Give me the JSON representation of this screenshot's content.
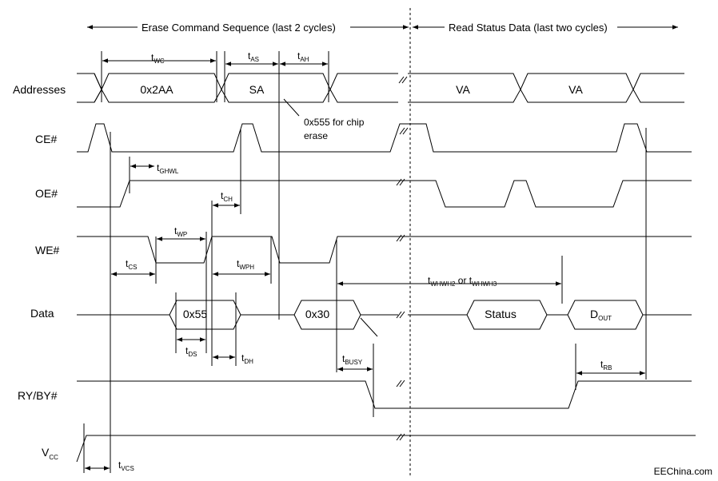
{
  "header": {
    "left_sequence": "Erase Command Sequence (last 2 cycles)",
    "right_sequence": "Read Status Data (last two cycles)"
  },
  "signals": {
    "addresses": "Addresses",
    "ce": "CE#",
    "oe": "OE#",
    "we": "WE#",
    "data": "Data",
    "rybv": "RY/BY#",
    "vcc_main": "V",
    "vcc_sub": "CC"
  },
  "bus_values": {
    "addr_1": "0x2AA",
    "addr_2": "SA",
    "addr_3": "VA",
    "addr_4": "VA",
    "data_1": "0x55",
    "data_2": "0x30",
    "data_3": "Status",
    "data_4_main": "D",
    "data_4_sub": "OUT"
  },
  "note": {
    "line1": "0x555 for chip",
    "line2": "erase"
  },
  "timings": {
    "twc": {
      "main": "t",
      "sub": "WC"
    },
    "tas": {
      "main": "t",
      "sub": "AS"
    },
    "tah": {
      "main": "t",
      "sub": "AH"
    },
    "tghwl": {
      "main": "t",
      "sub": "GHWL"
    },
    "tch": {
      "main": "t",
      "sub": "CH"
    },
    "twp": {
      "main": "t",
      "sub": "WP"
    },
    "tcs": {
      "main": "t",
      "sub": "CS"
    },
    "twph": {
      "main": "t",
      "sub": "WPH"
    },
    "twhwh_a": {
      "main": "t",
      "sub": "WHWH2"
    },
    "twhwh_or": " or ",
    "twhwh_b": {
      "main": "t",
      "sub": "WHWH3"
    },
    "tds": {
      "main": "t",
      "sub": "DS"
    },
    "tdh": {
      "main": "t",
      "sub": "DH"
    },
    "tbusy": {
      "main": "t",
      "sub": "BUSY"
    },
    "trb": {
      "main": "t",
      "sub": "RB"
    },
    "tvcs": {
      "main": "t",
      "sub": "VCS"
    }
  },
  "watermark": "EEChina.com"
}
